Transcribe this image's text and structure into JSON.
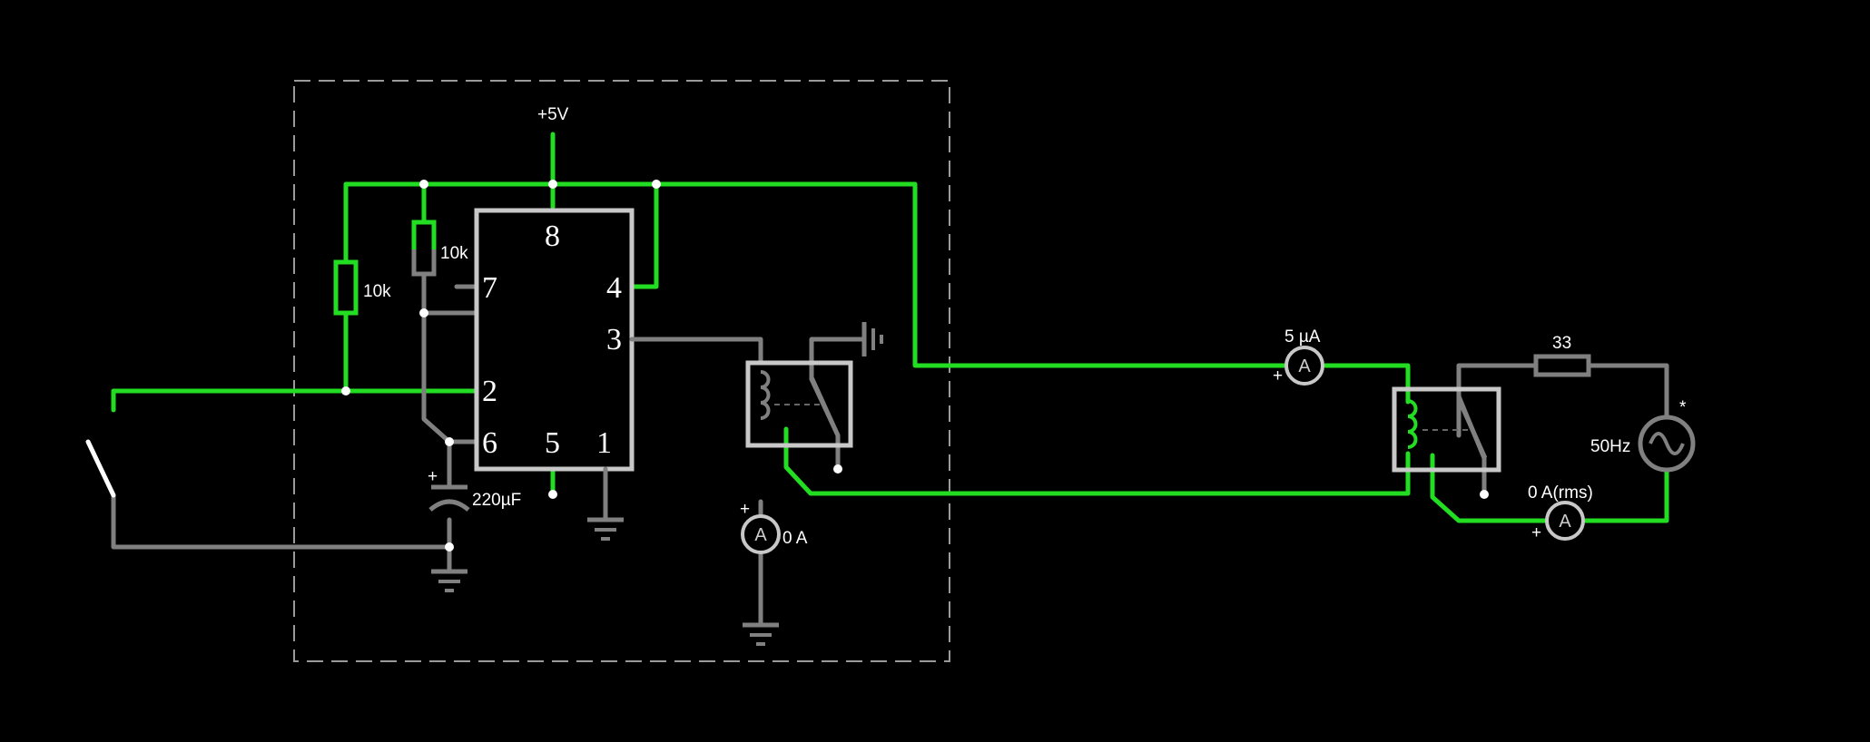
{
  "colors": {
    "background": "#000000",
    "active_wire": "#22dd22",
    "inactive_wire": "#808080",
    "component_outline": "#c8c8c8",
    "text": "#ffffff"
  },
  "labels": {
    "supply": "+5V",
    "r1": "10k",
    "r2": "10k",
    "capacitor": "220µF",
    "cap_plus": "+",
    "ammeter1_reading": "0 A",
    "ammeter1_plus": "+",
    "ammeter1_symbol": "A",
    "ammeter2_reading": "5 µA",
    "ammeter2_plus": "+",
    "ammeter2_symbol": "A",
    "ammeter3_reading": "0 A(rms)",
    "ammeter3_plus": "+",
    "ammeter3_symbol": "A",
    "r3": "33",
    "source_freq": "50Hz",
    "source_star": "*"
  },
  "ic555": {
    "pins": {
      "p8": "8",
      "p7": "7",
      "p4": "4",
      "p3": "3",
      "p2": "2",
      "p6": "6",
      "p5": "5",
      "p1": "1"
    }
  },
  "icons": {
    "switch": "spst-switch-icon",
    "relay": "relay-icon",
    "ground": "ground-icon",
    "ac_source": "ac-source-icon",
    "ammeter": "ammeter-icon"
  }
}
